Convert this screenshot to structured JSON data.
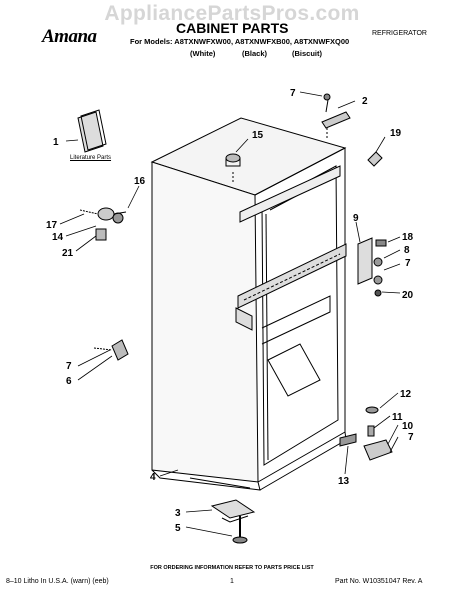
{
  "watermark": "AppliancePartsPros.com",
  "brand": "Amana",
  "title": "CABINET PARTS",
  "category": "REFRIGERATOR",
  "models_line": "For Models: A8TXNWFXW00, A8TXNWFXB00, A8TXNWFXQ00",
  "colors": [
    "(White)",
    "(Black)",
    "(Biscuit)"
  ],
  "literature_label": "Literature Parts",
  "callouts": [
    "1",
    "2",
    "3",
    "4",
    "5",
    "6",
    "7",
    "7",
    "7",
    "7",
    "8",
    "9",
    "10",
    "11",
    "12",
    "13",
    "14",
    "15",
    "16",
    "17",
    "18",
    "19",
    "20",
    "21"
  ],
  "ordering_note": "FOR ORDERING INFORMATION REFER TO PARTS PRICE LIST",
  "footer": {
    "left": "8–10 Litho In U.S.A. (warn) (eeb)",
    "center": "1",
    "right": "Part No. W10351047 Rev. A"
  }
}
